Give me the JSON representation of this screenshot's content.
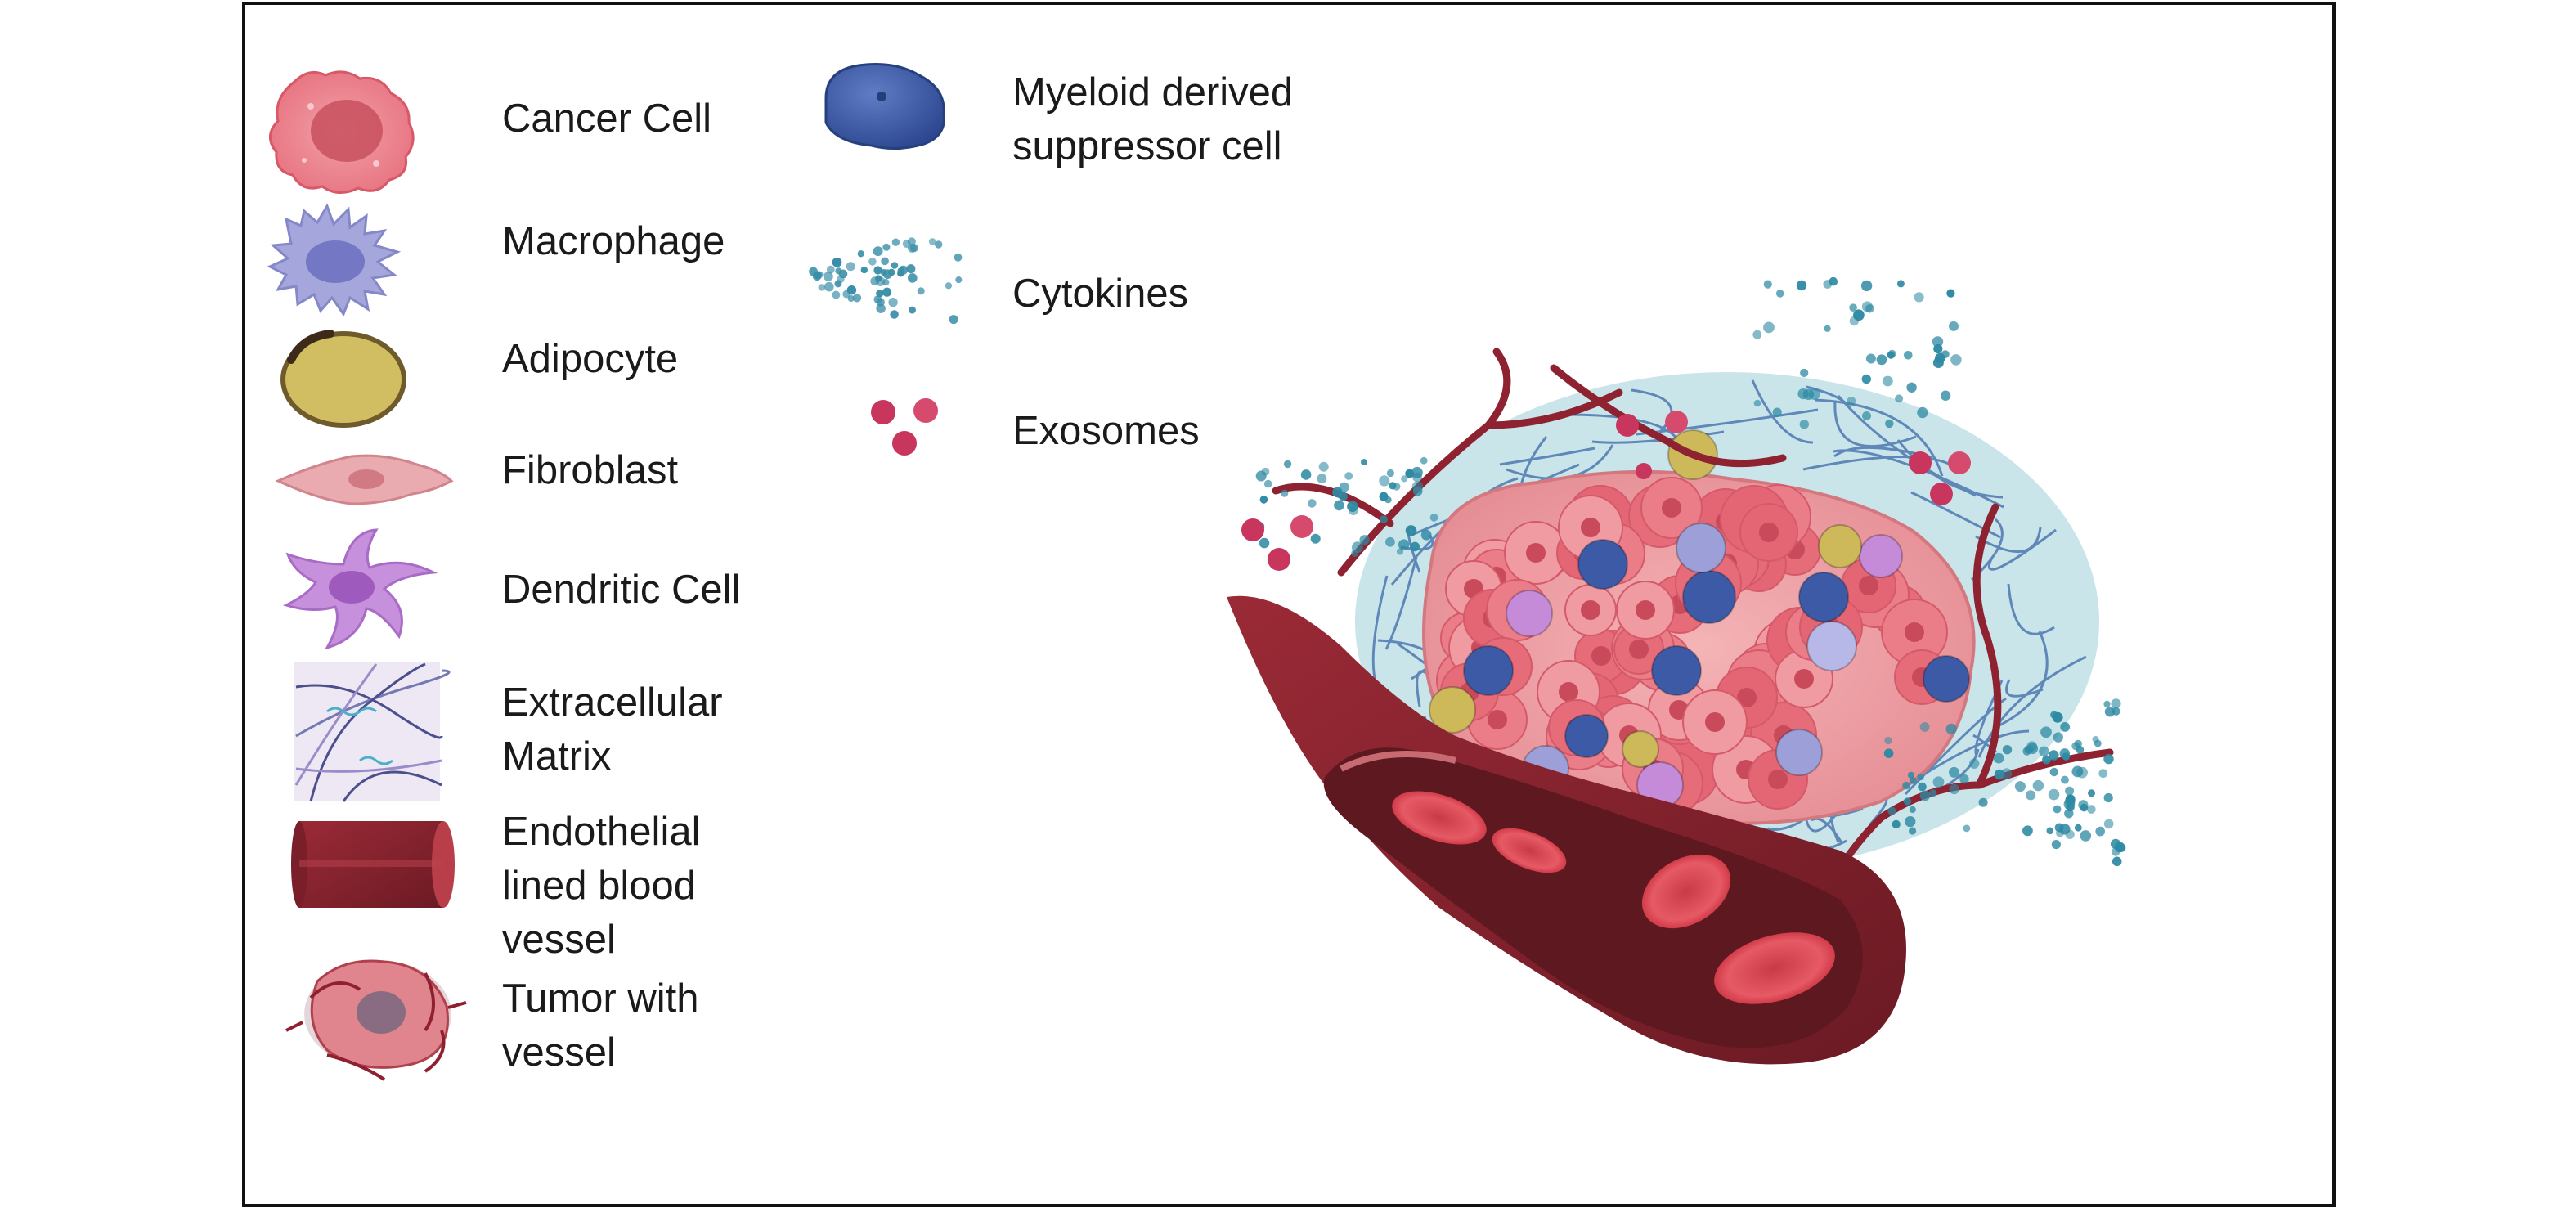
{
  "legend": {
    "left": [
      {
        "label": "Cancer Cell",
        "icon": "cancer-cell-icon",
        "color": "#e8707e"
      },
      {
        "label": "Macrophage",
        "icon": "macrophage-icon",
        "color": "#9c9fd8"
      },
      {
        "label": "Adipocyte",
        "icon": "adipocyte-icon",
        "color": "#cdb85a"
      },
      {
        "label": "Fibroblast",
        "icon": "fibroblast-icon",
        "color": "#e6a4aa"
      },
      {
        "label": "Dendritic Cell",
        "icon": "dendritic-cell-icon",
        "color": "#c58bd9"
      },
      {
        "label": "Extracellular\nMatrix",
        "icon": "extracellular-matrix-icon",
        "color": "#5a5e9a"
      },
      {
        "label": "Endothelial\nlined blood\nvessel",
        "icon": "blood-vessel-icon",
        "color": "#8e2a33"
      },
      {
        "label": "Tumor with\nvessel",
        "icon": "tumor-with-vessel-icon",
        "color": "#d98a90"
      }
    ],
    "right": [
      {
        "label": "Myeloid derived\nsuppressor cell",
        "icon": "mdsc-icon",
        "color": "#3d5aa6"
      },
      {
        "label": "Cytokines",
        "icon": "cytokines-icon",
        "color": "#2f8aa3"
      },
      {
        "label": "Exosomes",
        "icon": "exosomes-icon",
        "color": "#c83c62"
      }
    ]
  }
}
